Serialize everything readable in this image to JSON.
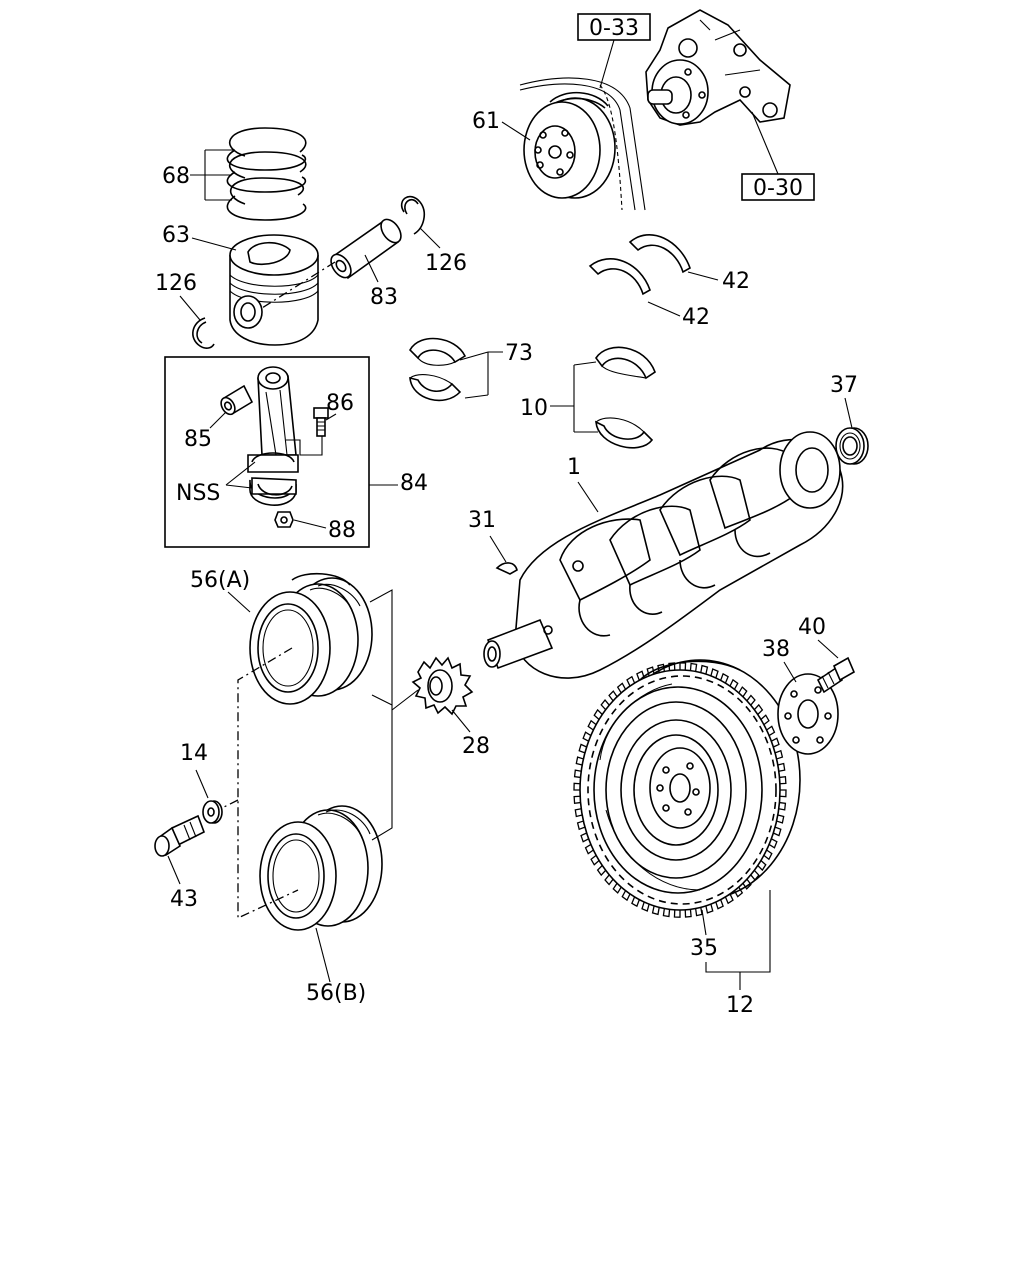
{
  "labels": {
    "ref_0_33": "0-33",
    "ref_0_30": "0-30",
    "p61": "61",
    "p68": "68",
    "p63": "63",
    "p126_top": "126",
    "p126_left": "126",
    "p83": "83",
    "p42_a": "42",
    "p42_b": "42",
    "p73": "73",
    "p86": "86",
    "p85": "85",
    "nss": "NSS",
    "p84": "84",
    "p88": "88",
    "p10": "10",
    "p37": "37",
    "p1": "1",
    "p31": "31",
    "p56a": "56(A)",
    "p56b": "56(B)",
    "p14": "14",
    "p43": "43",
    "p28": "28",
    "p38": "38",
    "p40": "40",
    "p35": "35",
    "p12": "12"
  },
  "icons": [
    "water-pump",
    "crank-pulley",
    "piston",
    "piston-rings",
    "piston-pin",
    "snap-ring",
    "bearing",
    "connecting-rod",
    "crankshaft",
    "flywheel",
    "timing-gear",
    "bolt",
    "washer",
    "key",
    "thrust-washer",
    "oil-seal"
  ]
}
